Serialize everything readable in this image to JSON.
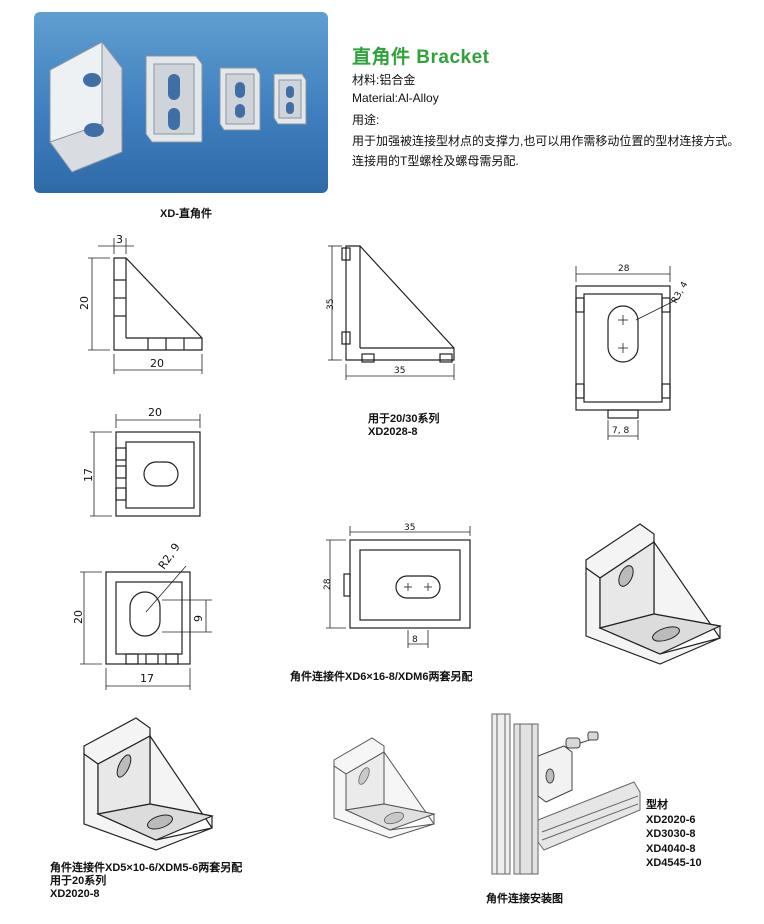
{
  "header": {
    "title": "直角件  Bracket",
    "material_cn": "材料:铝合金",
    "material_en": "Material:Al-Alloy",
    "usage_label": "用途:",
    "usage_text": "用于加强被连接型材点的支撑力,也可以用作需移动位置的型材连接方式。连接用的T型螺栓及螺母需另配."
  },
  "photo_caption": "XD-直角件",
  "drawings": {
    "d1": {
      "top": "3",
      "side": "20",
      "bottom": "20"
    },
    "d2": {
      "side": "35",
      "bottom": "35",
      "caption_line1": "用于20/30系列",
      "caption_line2": "XD2028-8"
    },
    "d3": {
      "top": "28",
      "radius": "R3, 4",
      "slot": "7, 8"
    },
    "d4": {
      "top": "20",
      "side": "17"
    },
    "d5": {
      "radius": "R2, 9",
      "side": "20",
      "hole": "9",
      "bottom": "17"
    },
    "d6": {
      "top": "35",
      "side": "28",
      "slot": "8",
      "caption": "角件连接件XD6×16-8/XDM6两套另配"
    }
  },
  "bottom_captions": {
    "left_line1": "角件连接件XD5×10-6/XDM5-6两套另配",
    "left_line2": "用于20系列",
    "left_line3": "XD2020-8",
    "install": "角件连接安装图"
  },
  "models": {
    "label": "型材",
    "items": [
      "XD2020-6",
      "XD3030-8",
      "XD4040-8",
      "XD4545-10"
    ]
  }
}
